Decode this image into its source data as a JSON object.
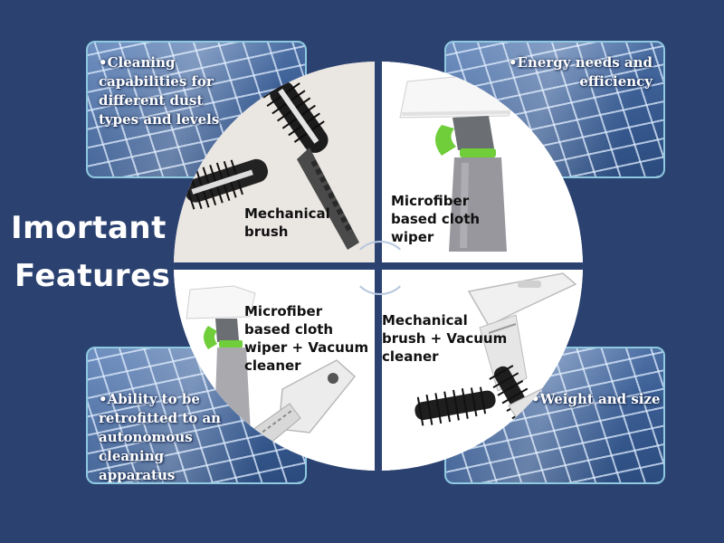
{
  "title": {
    "line1": "Imortant",
    "line2": "Features"
  },
  "panels": {
    "top_left": "•Cleaning capabilities for different dust types and levels",
    "top_right": "•Energy needs and efficiency",
    "bottom_left": "•Ability to be retrofitted to an autonomous cleaning apparatus",
    "bottom_right": "•Weight and size"
  },
  "quadrants": {
    "top_left": "Mechanical brush",
    "top_right": "Microfiber based cloth wiper",
    "bottom_left": "Microfiber based cloth wiper + Vacuum cleaner",
    "bottom_right": "Mechanical brush + Vacuum cleaner"
  },
  "colors": {
    "background": "#2b4170",
    "panel_border": "#8ec9e0",
    "sprayer_green": "#6fce3a"
  },
  "icons": [
    "brush-icon",
    "spray-wiper-icon",
    "handheld-vacuum-icon",
    "solar-panel-background"
  ]
}
